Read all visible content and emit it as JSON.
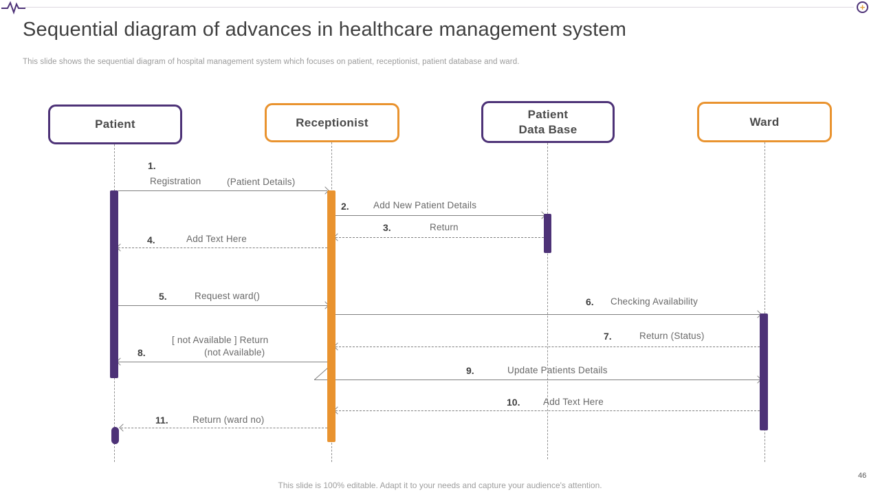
{
  "colors": {
    "purple": "#4D3277",
    "orange": "#E9932F",
    "line": "#7F7F7F"
  },
  "header": {
    "title": "Sequential diagram of advances in healthcare management system",
    "subtitle": "This slide shows the sequential diagram of hospital management system which focuses on patient, receptionist, patient database and ward.",
    "icons": {
      "left": "ecg-pulse",
      "right": "circle-plus"
    },
    "plus_glyph": "+"
  },
  "actors": [
    {
      "lines": [
        "Patient"
      ],
      "accent": "purple"
    },
    {
      "lines": [
        "Receptionist"
      ],
      "accent": "orange"
    },
    {
      "lines": [
        "Patient",
        "Data Base"
      ],
      "accent": "purple"
    },
    {
      "lines": [
        "Ward"
      ],
      "accent": "orange"
    }
  ],
  "messages": [
    {
      "num": "1.",
      "text": "Registration",
      "text2": "(Patient Details)",
      "from": "Patient",
      "to": "Receptionist",
      "style": "solid"
    },
    {
      "num": "2.",
      "text": "Add New Patient Details",
      "from": "Receptionist",
      "to": "Patient Data Base",
      "style": "solid"
    },
    {
      "num": "3.",
      "text": "Return",
      "from": "Patient Data Base",
      "to": "Receptionist",
      "style": "dashed"
    },
    {
      "num": "4.",
      "text": "Add Text Here",
      "from": "Receptionist",
      "to": "Patient",
      "style": "dashed"
    },
    {
      "num": "5.",
      "text": "Request ward()",
      "from": "Patient",
      "to": "Receptionist",
      "style": "solid"
    },
    {
      "num": "6.",
      "text": "Checking Availability",
      "from": "Receptionist",
      "to": "Ward",
      "style": "solid"
    },
    {
      "num": "7.",
      "text": "Return (Status)",
      "from": "Ward",
      "to": "Receptionist",
      "style": "dashed"
    },
    {
      "num": "8.",
      "text": "[ not Available ] Return",
      "text2": "(not Available)",
      "from": "Receptionist",
      "to": "Patient",
      "style": "solid"
    },
    {
      "num": "9.",
      "text": "Update Patients Details",
      "from": "Receptionist",
      "to": "Ward",
      "style": "solid"
    },
    {
      "num": "10.",
      "text": "Add Text Here",
      "from": "Ward",
      "to": "Receptionist",
      "style": "dashed"
    },
    {
      "num": "11.",
      "text": "Return (ward no)",
      "from": "Receptionist",
      "to": "Patient",
      "style": "dashed"
    }
  ],
  "footer": {
    "note": "This slide is 100% editable. Adapt it to your needs and capture your audience's attention.",
    "page_number": "46"
  }
}
